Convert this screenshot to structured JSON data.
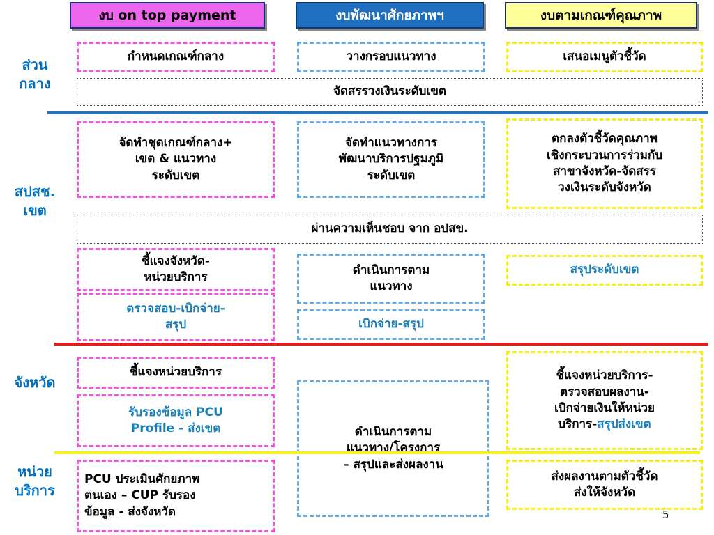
{
  "headers": {
    "on_top": "งบ on top payment",
    "develop": "งบพัฒนาศักยภาพฯ",
    "quality": "งบตามเกณฑ์คุณภาพ"
  },
  "levels": {
    "central": [
      "ส่วน",
      "กลาง"
    ],
    "region": [
      "สปสช.",
      "เขต"
    ],
    "province": "จังหวัด",
    "unit": [
      "หน่วย",
      "บริการ"
    ]
  },
  "central": {
    "col1": "กำหนดเกณฑ์กลาง",
    "col2": "วางกรอบแนวทาง",
    "col3": "เสนอเมนูตัวชี้วัด",
    "banner": "จัดสรรวงเงินระดับเขต"
  },
  "region": {
    "col1": [
      "จัดทำชุดเกณฑ์กลาง+",
      "เขต & แนวทาง",
      "ระดับเขต"
    ],
    "col2": [
      "จัดทำแนวทางการ",
      "พัฒนาบริการปฐมภูมิ",
      "ระดับเขต"
    ],
    "col3": [
      "ตกลงตัวชี้วัดคุณภาพ",
      "เชิงกระบวนการร่วมกับ",
      "สาขาจังหวัด-จัดสรร",
      "วงเงินระดับจังหวัด"
    ],
    "banner": "ผ่านความเห็นชอบ จาก อปสข.",
    "col1_explain": [
      "ชี้แจงจังหวัด-",
      "หน่วยบริการ"
    ],
    "col1_check": [
      "ตรวจสอบ-เบิกจ่าย-",
      "สรุป"
    ],
    "col2_operate": [
      "ดำเนินการตาม",
      "แนวทาง"
    ],
    "col2_disburse": "เบิกจ่าย-สรุป",
    "col3_summary": "สรุประดับเขต"
  },
  "province": {
    "col1_explain": "ชี้แจงหน่วยบริการ",
    "col1_certify": [
      "รับรองข้อมูล PCU",
      "Profile - ส่งเขต"
    ],
    "col2_operate": [
      "ดำเนินการตาม",
      "แนวทาง/โครงการ",
      "– สรุปและส่งผลงาน"
    ],
    "col3_lines": [
      "ชี้แจงหน่วยบริการ-",
      "ตรวจสอบผลงาน-",
      "เบิกจ่ายเงินให้หน่วย"
    ],
    "col3_last_prefix": "บริการ-",
    "col3_last_suffix": "สรุปส่งเขต"
  },
  "unit": {
    "col1": [
      "PCU ประเมินศักยภาพ",
      "ตนเอง – CUP รับรอง",
      "ข้อมูล - ส่งจังหวัด"
    ],
    "col3": [
      "ส่งผลงานตามตัวชี้วัด",
      "ส่งให้จังหวัด"
    ]
  },
  "page_number": "5",
  "colors": {
    "header_pink": "#ee66ee",
    "header_blue": "#1f6fc0",
    "header_yellow": "#ffff99",
    "label_blue": "#0070c0",
    "divider_blue": "#2a72b8",
    "divider_red": "#e02020",
    "divider_yellow": "#f4ee1a"
  }
}
